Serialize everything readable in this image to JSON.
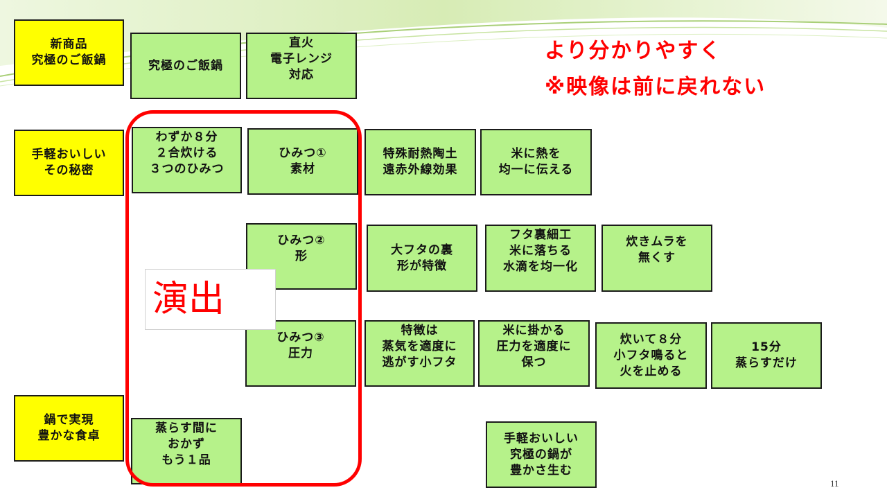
{
  "accent_color": "#ff0000",
  "yellow_color": "#ffff00",
  "green_color": "#b6f28a",
  "headlines": {
    "line1": "より分かりやすく",
    "line2": "※映像は前に戻れない"
  },
  "row_labels": {
    "r1": "新商品\n究極のご飯鍋",
    "r2": "手軽おいしい\nその秘密",
    "r3": "鍋で実現\n豊かな食卓"
  },
  "boxes": {
    "product": "究極のご飯鍋",
    "direct_fire": "直火\n電子レンジ\n対応",
    "eight_min": "わずか８分\n２合炊ける\n３つのひみつ",
    "secret1": "ひみつ①\n素材",
    "material_effect": "特殊耐熱陶土\n遠赤外線効果",
    "heat_even": "米に熱を\n均一に伝える",
    "secret2": "ひみつ②\n形",
    "big_lid": "大フタの裏\n形が特徴",
    "lid_work": "フタ裏細工\n米に落ちる\n水滴を均一化",
    "no_uneven": "炊きムラを\n無くす",
    "secret3": "ひみつ③\n圧力",
    "small_lid": "特徴は\n蒸気を適度に\n逃がす小フタ",
    "pressure": "米に掛かる\n圧力を適度に\n保つ",
    "whistle": "炊いて８分\n小フタ鳴ると\n火を止める",
    "steam15": "15分\n蒸らすだけ",
    "side_dish": "蒸らす間に\nおかず\nもう１品",
    "rich_table": "手軽おいしい\n究極の鍋が\n豊かさ生む"
  },
  "overlay_label": "演出",
  "page_number": "11"
}
